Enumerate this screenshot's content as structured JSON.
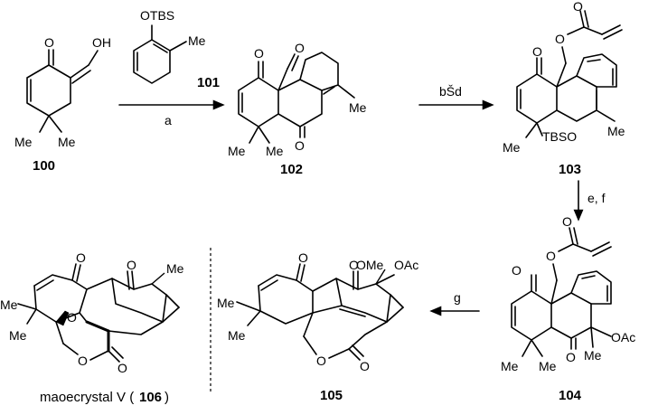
{
  "compounds": {
    "c100": {
      "number": "100",
      "labels": {
        "oh": "OH",
        "me_left": "Me",
        "me_right": "Me"
      }
    },
    "c101": {
      "number": "101",
      "labels": {
        "otbs": "OTBS",
        "me": "Me"
      }
    },
    "c102": {
      "number": "102",
      "labels": {
        "me_left": "Me",
        "me_right": "Me",
        "me_ring": "Me"
      }
    },
    "c103": {
      "number": "103",
      "labels": {
        "me_left": "Me",
        "tbso": "TBSO",
        "me_ring": "Me"
      }
    },
    "c104": {
      "number": "104",
      "labels": {
        "me_left": "Me",
        "me_right": "Me",
        "me_q": "Me",
        "oac": "OAc"
      }
    },
    "c105": {
      "number": "105",
      "labels": {
        "me_top": "Me",
        "me_bottom": "Me",
        "ome": "OMe",
        "oac": "OAc"
      }
    },
    "c106": {
      "name": "maoecrystal V (",
      "number": "106",
      "close": ")",
      "labels": {
        "me_top": "Me",
        "me_bottom": "Me",
        "me_right": "Me",
        "o_bridge": "O"
      }
    }
  },
  "steps": {
    "a": "a",
    "bd": "bŠd",
    "ef": "e, f",
    "g": "g"
  },
  "atoms": {
    "oxygen": "O"
  }
}
